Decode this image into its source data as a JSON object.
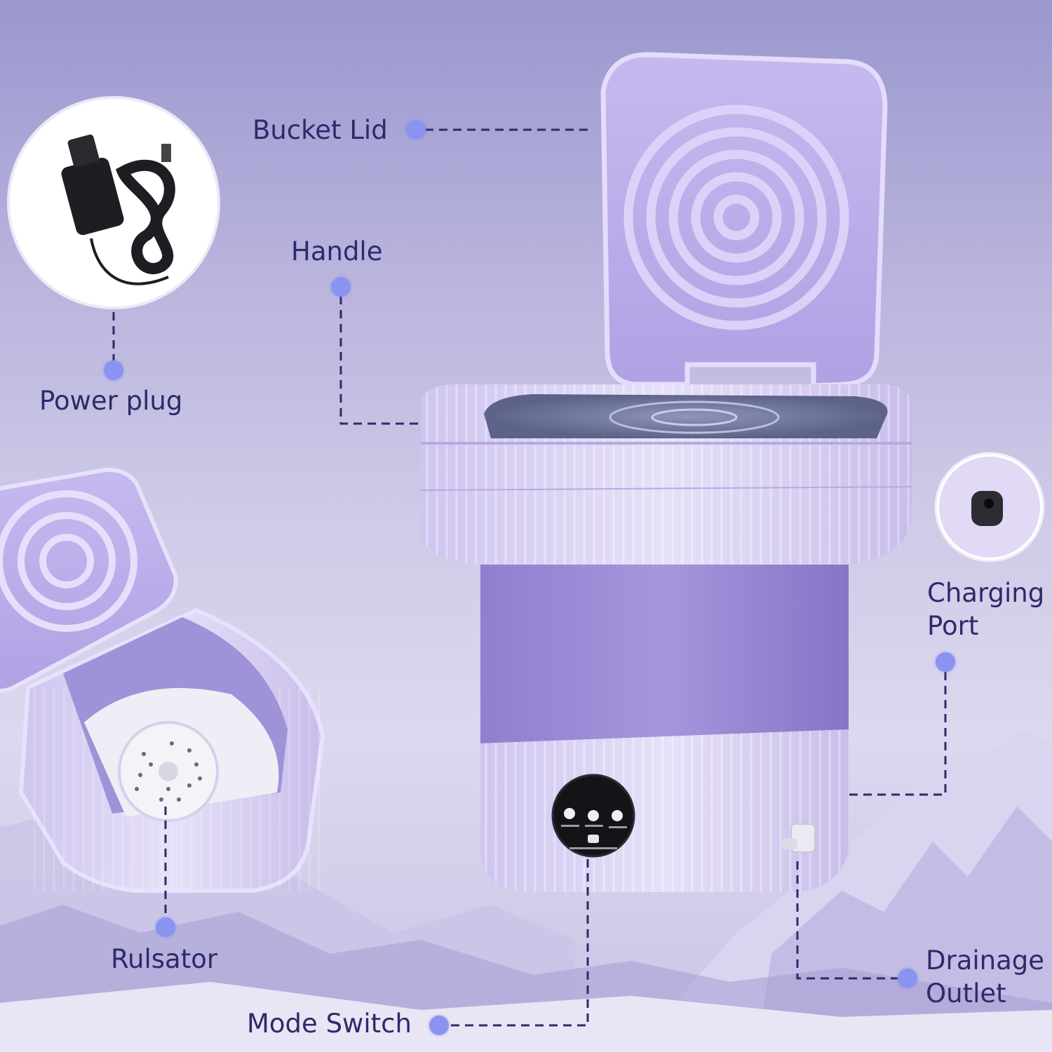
{
  "labels": {
    "bucket_lid": "Bucket Lid",
    "handle": "Handle",
    "power_plug": "Power plug",
    "charging_port_line1": "Charging",
    "charging_port_line2": "Port",
    "rulsator": "Rulsator",
    "drainage_outlet_line1": "Drainage",
    "drainage_outlet_line2": "Outlet",
    "mode_switch": "Mode Switch"
  },
  "colors": {
    "background_top": "#9a97cf",
    "background_bottom": "#dcd8ef",
    "machine_purple": "#a294da",
    "machine_light": "#d7cdf2",
    "callout_dot": "#8a93f0",
    "callout_line": "#2e2a6a",
    "label_text": "#2e2a6a"
  },
  "icons": {
    "power_plug": "power-adapter-icon",
    "charging_port": "dc-jack-icon",
    "mode_switch": "control-panel-icon",
    "rulsator": "pulsator-icon"
  }
}
